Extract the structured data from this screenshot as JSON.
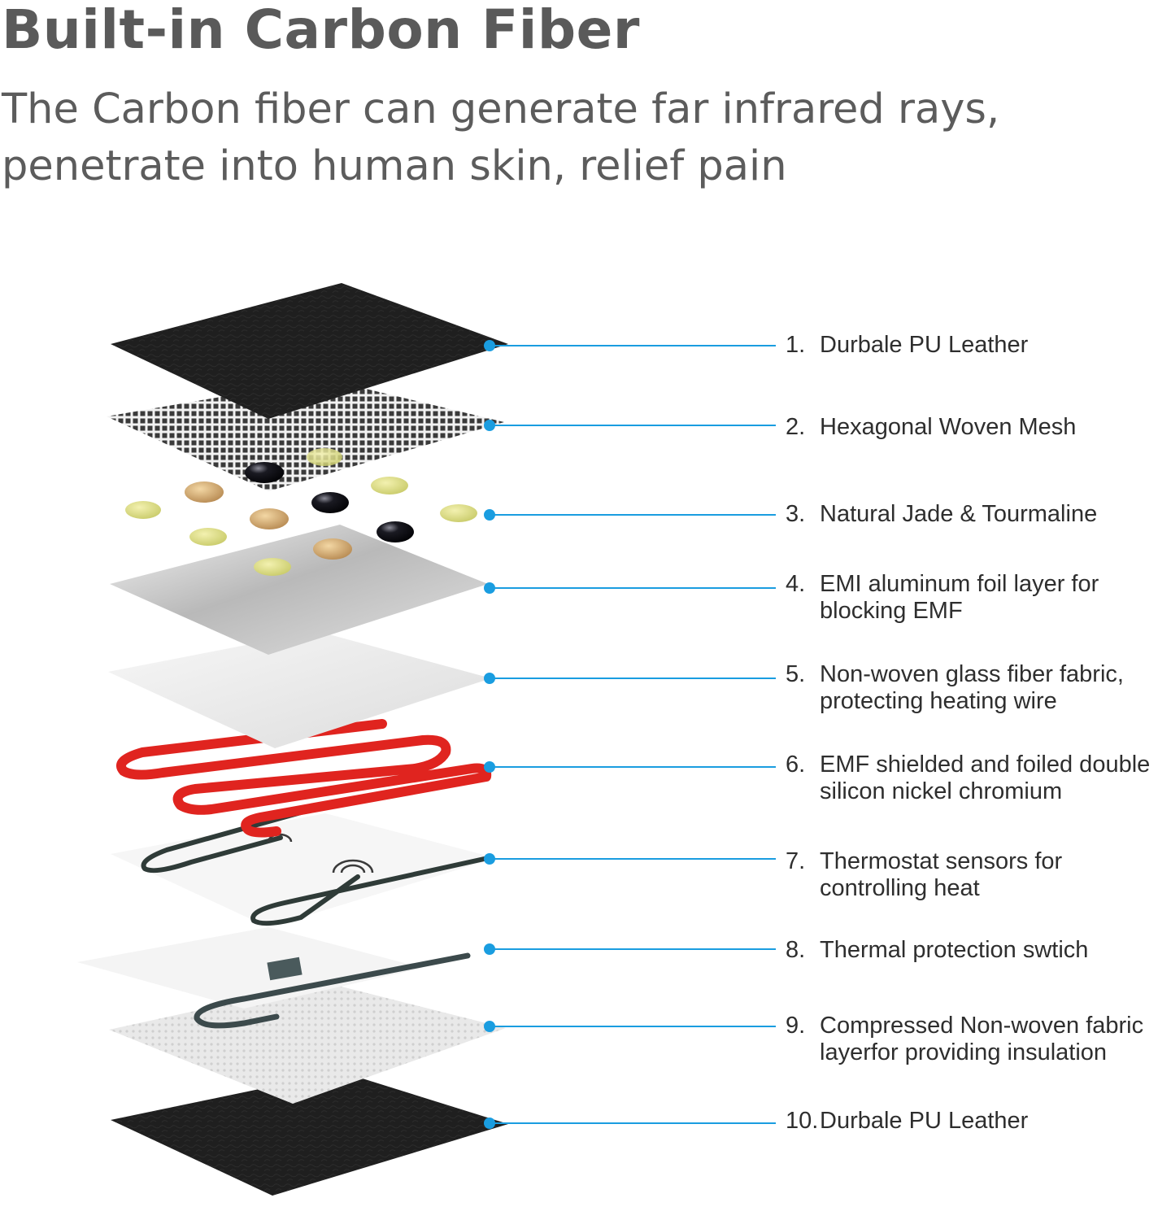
{
  "header": {
    "title": "Built-in Carbon Fiber",
    "subtitle": "The Carbon fiber can generate far infrared rays, penetrate into human skin, relief pain"
  },
  "colors": {
    "accent_blue": "#1a9de0",
    "heating_wire": "#e0241f",
    "leather": "#1e1e1e",
    "sensor_wire": "#2f3b38",
    "title_gray": "#5a5a5a"
  },
  "layers": [
    {
      "number": "1.",
      "text": "Durbale PU Leather"
    },
    {
      "number": "2.",
      "text": "Hexagonal Woven Mesh"
    },
    {
      "number": "3.",
      "text": "Natural Jade & Tourmaline"
    },
    {
      "number": "4.",
      "text": "EMI aluminum foil layer for\nblocking EMF"
    },
    {
      "number": "5.",
      "text": "Non-woven glass fiber fabric,\nprotecting heating wire"
    },
    {
      "number": "6.",
      "text": "EMF shielded and foiled double\nsilicon nickel chromium"
    },
    {
      "number": "7.",
      "text": "Thermostat sensors for\ncontrolling heat"
    },
    {
      "number": "8.",
      "text": "Thermal protection swtich"
    },
    {
      "number": "9.",
      "text": "Compressed Non-woven fabric\nlayerfor providing insulation"
    },
    {
      "number": "10.",
      "text": "Durbale PU Leather"
    }
  ]
}
